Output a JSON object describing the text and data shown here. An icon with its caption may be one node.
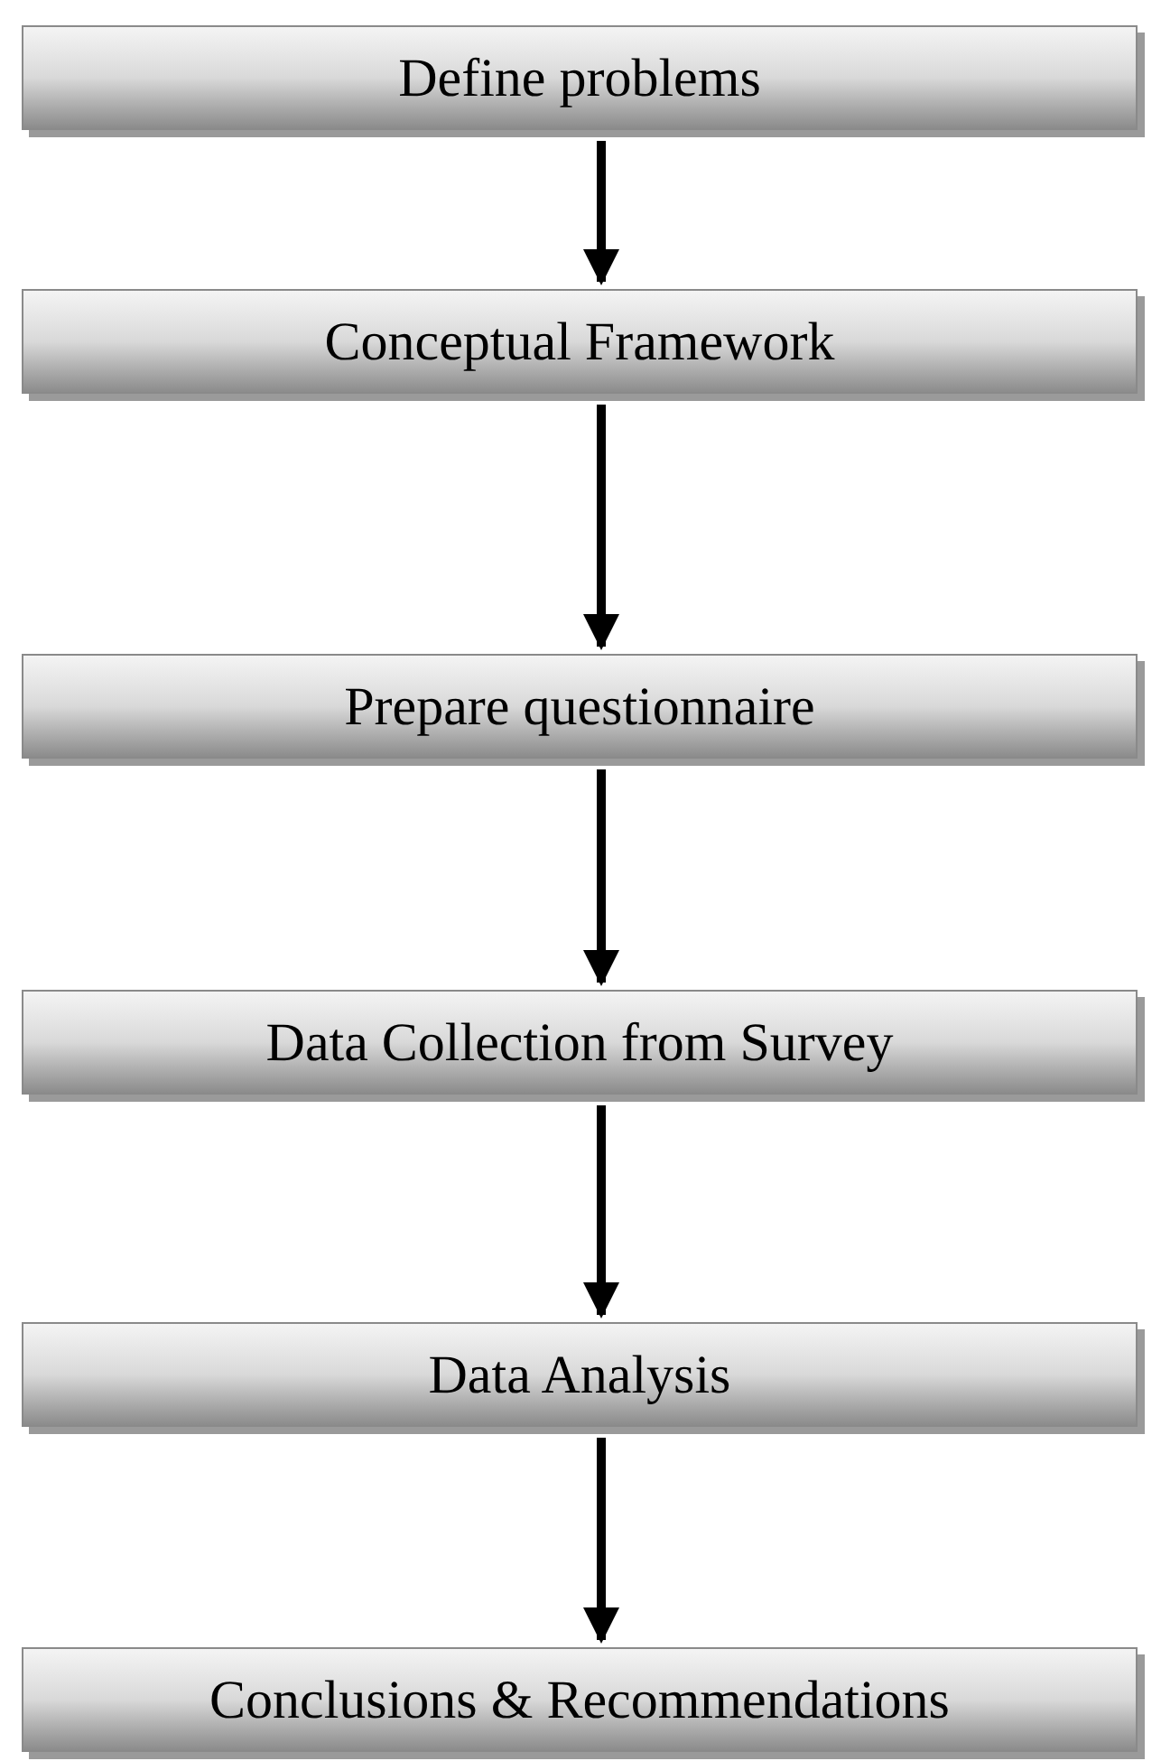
{
  "diagram": {
    "nodes": [
      {
        "text": [
          "Define problems"
        ]
      },
      {
        "text": [
          "Conceptual Framework"
        ]
      },
      {
        "text": [
          "Prepare questionnaire"
        ]
      },
      {
        "text": [
          "Data Collection from Survey"
        ]
      },
      {
        "text": [
          "Data Analysis"
        ]
      },
      {
        "text": [
          "Conclusions & Recommendations"
        ]
      }
    ],
    "edges": [
      {
        "from": 0,
        "to": 1,
        "arrow": "to"
      },
      {
        "from": 1,
        "to": 2,
        "arrow": "to"
      },
      {
        "from": 2,
        "to": 3,
        "arrow": "to"
      },
      {
        "from": 3,
        "to": 4,
        "arrow": "to"
      },
      {
        "from": 4,
        "to": 5,
        "arrow": "to"
      }
    ]
  }
}
